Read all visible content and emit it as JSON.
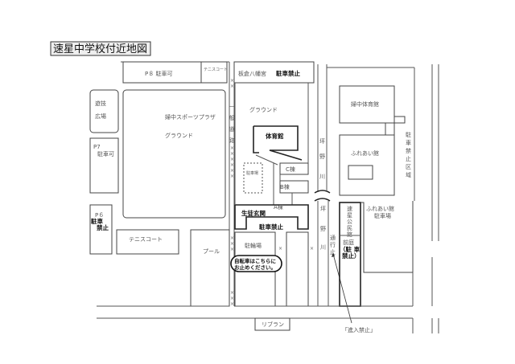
{
  "title": "速星中学校付近地図",
  "labels": {
    "p8": "P８ 駐車可",
    "tennis_small": "テニスコート",
    "shrine": "板倉八幡宮",
    "shrine_no_parking": "駐車禁止",
    "play_area_1": "遊技",
    "play_area_2": "広場",
    "sports_plaza": "婦中スポーツプラザ",
    "sports_ground": "グラウンド",
    "p7": "P7",
    "p7_parking": "駐車可",
    "p6": "P６",
    "p6_no_parking_1": "駐車",
    "p6_no_parking_2": "禁止",
    "tennis_court": "テニスコート",
    "pool": "プール",
    "general_road": [
      "一",
      "般",
      "道",
      "路"
    ],
    "school_ground": "グラウンド",
    "gym": "体育館",
    "building_c": "C棟",
    "building_b": "B棟",
    "building_a": "A棟",
    "school_parking": "駐車場",
    "student_entrance": "生徒玄関",
    "school_no_parking": "駐車禁止",
    "bicycle_parking": "駐輪場",
    "bicycle_note_1": "自転車はこちらに",
    "bicycle_note_2": "お止めください。",
    "river_upper": [
      "坪",
      "野",
      "川"
    ],
    "river_lower": [
      "坪",
      "野",
      "川"
    ],
    "road_closed": [
      "通",
      "行",
      "止"
    ],
    "fuchu_gym": "婦中体育館",
    "fureai_hall": "ふれあい館",
    "no_parking_zone": [
      "駐",
      "車",
      "禁",
      "止",
      "区",
      "域"
    ],
    "community_center": [
      "速",
      "星",
      "公",
      "民",
      "館"
    ],
    "front_yard": "前庭",
    "front_yard_no_parking_1": "（駐 車",
    "front_yard_no_parking_2": "禁止）",
    "fureai_parking_1": "ふれあい館",
    "fureai_parking_2": "駐車場",
    "libran": "リブラン",
    "no_entry": "「進入禁止」"
  }
}
